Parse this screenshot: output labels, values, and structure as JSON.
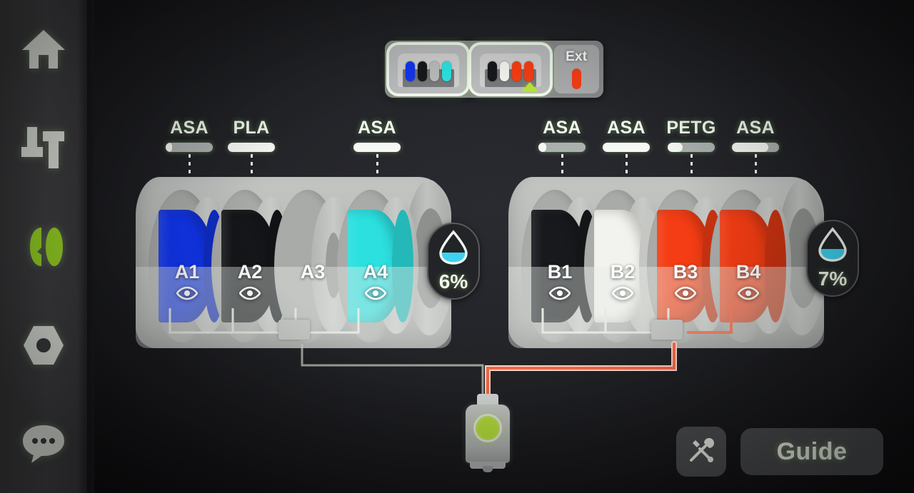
{
  "sidebar": {
    "items": [
      {
        "name": "home",
        "icon": "home-icon",
        "active": false
      },
      {
        "name": "tune",
        "icon": "sliders-icon",
        "active": false
      },
      {
        "name": "filament",
        "icon": "spool-icon",
        "active": true
      },
      {
        "name": "settings",
        "icon": "hex-nut-icon",
        "active": false
      },
      {
        "name": "messages",
        "icon": "chat-bubble-icon",
        "active": false
      }
    ]
  },
  "tabbar": {
    "tabs": [
      {
        "id": "A",
        "selected": true,
        "pills": [
          "#1136ee",
          "#16181c",
          "#b9bbb9",
          "#2ce0e0"
        ],
        "active_slot": -1
      },
      {
        "id": "B",
        "selected": true,
        "pills": [
          "#16181c",
          "#f2f3ee",
          "#f43d14",
          "#f43d14"
        ],
        "active_slot": 3
      }
    ],
    "ext": {
      "label": "Ext",
      "color": "#f43d14"
    }
  },
  "units": [
    {
      "id": "A",
      "humidity": "6%",
      "slots": [
        {
          "id": "A1",
          "material": "ASA",
          "color": "#1136ee",
          "level": 12,
          "empty": false,
          "active": false
        },
        {
          "id": "A2",
          "material": "PLA",
          "color": "#141619",
          "level": 100,
          "empty": false,
          "active": false
        },
        {
          "id": "A3",
          "material": "",
          "color": "",
          "level": 0,
          "empty": true,
          "active": false
        },
        {
          "id": "A4",
          "material": "ASA",
          "color": "#2ce0e0",
          "level": 100,
          "empty": false,
          "active": false
        }
      ]
    },
    {
      "id": "B",
      "humidity": "7%",
      "slots": [
        {
          "id": "B1",
          "material": "ASA",
          "color": "#17191c",
          "level": 14,
          "empty": false,
          "active": false
        },
        {
          "id": "B2",
          "material": "ASA",
          "color": "#f2f3ee",
          "level": 100,
          "empty": false,
          "active": false
        },
        {
          "id": "B3",
          "material": "PETG",
          "color": "#f43d14",
          "level": 30,
          "empty": false,
          "active": false
        },
        {
          "id": "B4",
          "material": "ASA",
          "color": "#f43d14",
          "level": 78,
          "empty": false,
          "active": true
        }
      ]
    }
  ],
  "footer": {
    "tools_label": "tools-icon",
    "guide_label": "Guide"
  },
  "colors": {
    "accent_green": "#b3dd3c",
    "active_path": "#f88468",
    "idle_path": "#e3e6e1",
    "humidity_water": "#3ed2f0"
  }
}
